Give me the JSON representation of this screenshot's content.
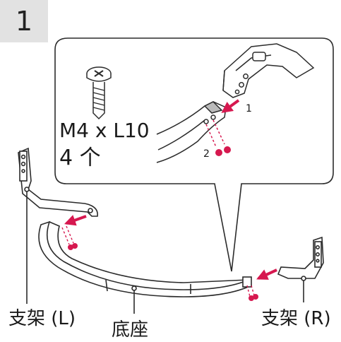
{
  "step": {
    "number": "1"
  },
  "screw": {
    "spec": "M4 x L10",
    "quantity": "4 个"
  },
  "callouts": {
    "first": "1",
    "second": "2"
  },
  "parts": {
    "stand_left": "支架 (L)",
    "base": "底座",
    "stand_right": "支架 (R)"
  },
  "colors": {
    "arrow": "#d6184f",
    "line": "#2b2b2b",
    "badge": "#e2e2e2"
  },
  "icons": [
    "screw-icon",
    "arrow-icon"
  ]
}
